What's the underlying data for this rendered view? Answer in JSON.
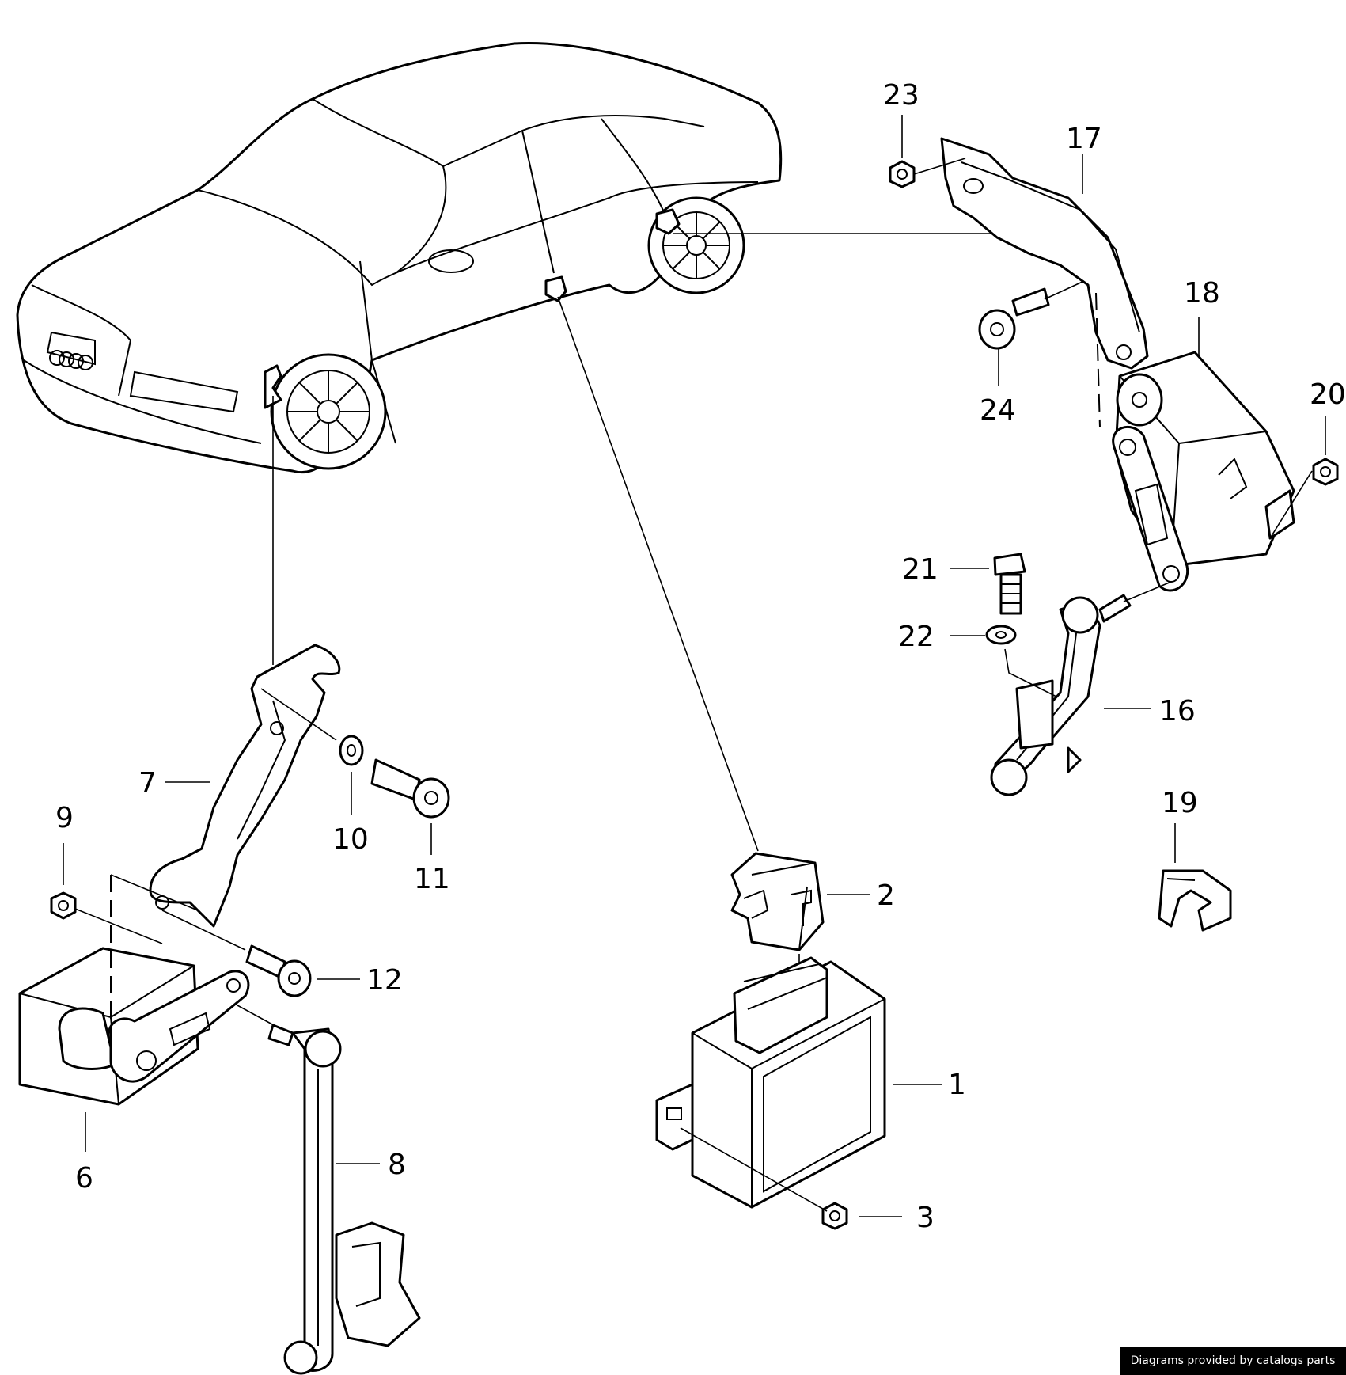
{
  "diagram": {
    "callouts": {
      "c1": "1",
      "c2": "2",
      "c3": "3",
      "c6": "6",
      "c7": "7",
      "c8": "8",
      "c9": "9",
      "c10": "10",
      "c11": "11",
      "c12": "12",
      "c16": "16",
      "c17": "17",
      "c18": "18",
      "c19": "19",
      "c20": "20",
      "c21": "21",
      "c22": "22",
      "c23": "23",
      "c24": "24"
    }
  },
  "footer": {
    "credit": "Diagrams provided by catalogs parts"
  }
}
